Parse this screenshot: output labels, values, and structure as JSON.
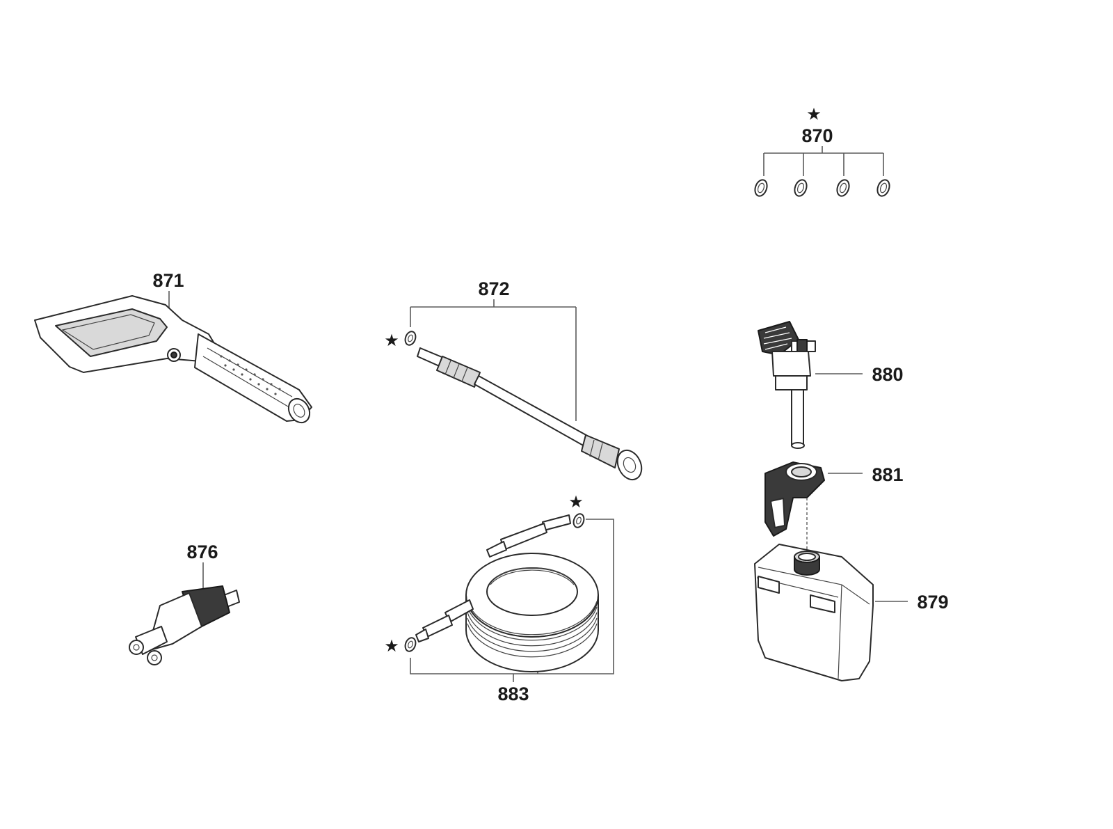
{
  "parts": [
    {
      "id": "870",
      "label": "870",
      "starred": true,
      "name": "o-ring-set"
    },
    {
      "id": "871",
      "label": "871",
      "starred": false,
      "name": "trigger-gun"
    },
    {
      "id": "872",
      "label": "872",
      "starred": true,
      "name": "extension-lance"
    },
    {
      "id": "876",
      "label": "876",
      "starred": false,
      "name": "multi-nozzle"
    },
    {
      "id": "879",
      "label": "879",
      "starred": false,
      "name": "detergent-bottle"
    },
    {
      "id": "880",
      "label": "880",
      "starred": false,
      "name": "detergent-nozzle"
    },
    {
      "id": "881",
      "label": "881",
      "starred": false,
      "name": "bottle-clip"
    },
    {
      "id": "883",
      "label": "883",
      "starred": true,
      "name": "high-pressure-hose"
    }
  ],
  "star_symbol": "★"
}
